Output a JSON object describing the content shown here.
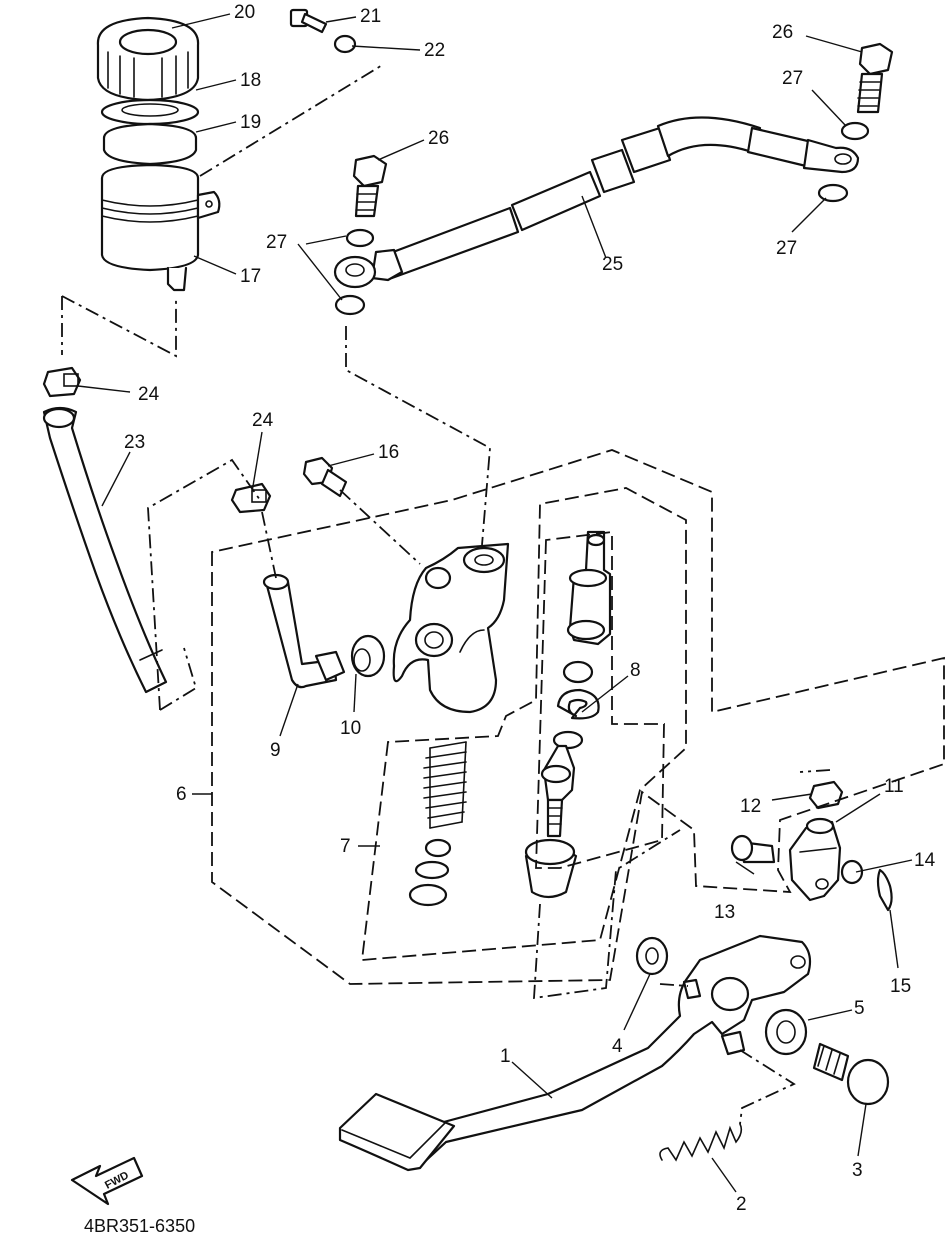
{
  "diagram": {
    "drawing_code": "4BR351-6350",
    "direction_label": "FWD",
    "callouts": [
      {
        "id": "c20",
        "label": "20"
      },
      {
        "id": "c21",
        "label": "21"
      },
      {
        "id": "c22",
        "label": "22"
      },
      {
        "id": "c18",
        "label": "18"
      },
      {
        "id": "c19",
        "label": "19"
      },
      {
        "id": "c17",
        "label": "17"
      },
      {
        "id": "c26a",
        "label": "26"
      },
      {
        "id": "c27a",
        "label": "27"
      },
      {
        "id": "c25",
        "label": "25"
      },
      {
        "id": "c26b",
        "label": "26"
      },
      {
        "id": "c27b",
        "label": "27"
      },
      {
        "id": "c27c",
        "label": "27"
      },
      {
        "id": "c24a",
        "label": "24"
      },
      {
        "id": "c23",
        "label": "23"
      },
      {
        "id": "c24b",
        "label": "24"
      },
      {
        "id": "c16",
        "label": "16"
      },
      {
        "id": "c8",
        "label": "8"
      },
      {
        "id": "c9",
        "label": "9"
      },
      {
        "id": "c10",
        "label": "10"
      },
      {
        "id": "c6",
        "label": "6"
      },
      {
        "id": "c7",
        "label": "7"
      },
      {
        "id": "c11",
        "label": "11"
      },
      {
        "id": "c12",
        "label": "12"
      },
      {
        "id": "c13",
        "label": "13"
      },
      {
        "id": "c14",
        "label": "14"
      },
      {
        "id": "c15",
        "label": "15"
      },
      {
        "id": "c5",
        "label": "5"
      },
      {
        "id": "c4",
        "label": "4"
      },
      {
        "id": "c1",
        "label": "1"
      },
      {
        "id": "c3",
        "label": "3"
      },
      {
        "id": "c2",
        "label": "2"
      }
    ]
  }
}
